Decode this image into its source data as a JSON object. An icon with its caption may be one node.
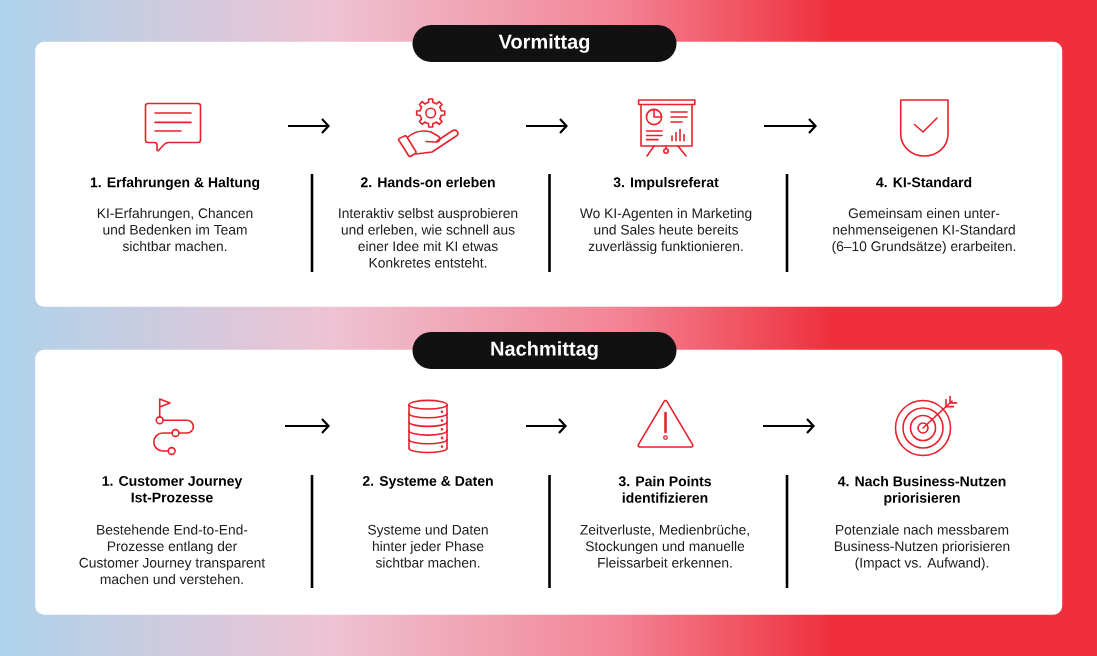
{
  "diagram": {
    "nodes": [
      {
        "text": [
          "Vormittag"
        ]
      },
      {
        "text": [
          "1. Erfahrungen & Haltung",
          "KI-Erfahrungen, Chancen und Bedenken im Team sichtbar machen."
        ],
        "in": 0
      },
      {
        "text": [
          "2. Hands-on erleben",
          "Interaktiv selbst ausprobieren und erleben, wie schnell aus einer Idee mit KI etwas Konkretes entsteht."
        ],
        "in": 0
      },
      {
        "text": [
          "3. Impulsreferat",
          "Wo KI-Agenten in Marketing und Sales heute bereits zuverlässig funktionieren."
        ],
        "in": 0
      },
      {
        "text": [
          "4. KI-Standard",
          "Gemeinsam einen unter- nehmenseigenen KI-Standard (6–10 Grundsätze) erarbeiten."
        ],
        "in": 0
      },
      {
        "text": [
          "Nachmittag"
        ]
      },
      {
        "text": [
          "1. Customer Journey Ist-Prozesse",
          "Bestehende End-to-End- Prozesse entlang der Customer Journey transparent machen und verstehen."
        ],
        "in": 5
      },
      {
        "text": [
          "2. Systeme & Daten",
          "Systeme und Daten hinter jeder Phase sichtbar machen."
        ],
        "in": 5
      },
      {
        "text": [
          "3. Pain Points identifizieren",
          "Zeitverluste, Medienbrüche, Stockungen und manuelle Fleissarbeit erkennen."
        ],
        "in": 5
      },
      {
        "text": [
          "4. Nach Business-Nutzen priorisieren",
          "Potenziale nach messbarem Business-Nutzen priorisieren (Impact vs. Aufwand)."
        ],
        "in": 5
      }
    ],
    "edges": [
      {
        "from": 1,
        "to": 2,
        "arrow": "to"
      },
      {
        "from": 2,
        "to": 3,
        "arrow": "to"
      },
      {
        "from": 3,
        "to": 4,
        "arrow": "to"
      },
      {
        "from": 6,
        "to": 7,
        "arrow": "to"
      },
      {
        "from": 7,
        "to": 8,
        "arrow": "to"
      },
      {
        "from": 8,
        "to": 9,
        "arrow": "to"
      }
    ]
  }
}
